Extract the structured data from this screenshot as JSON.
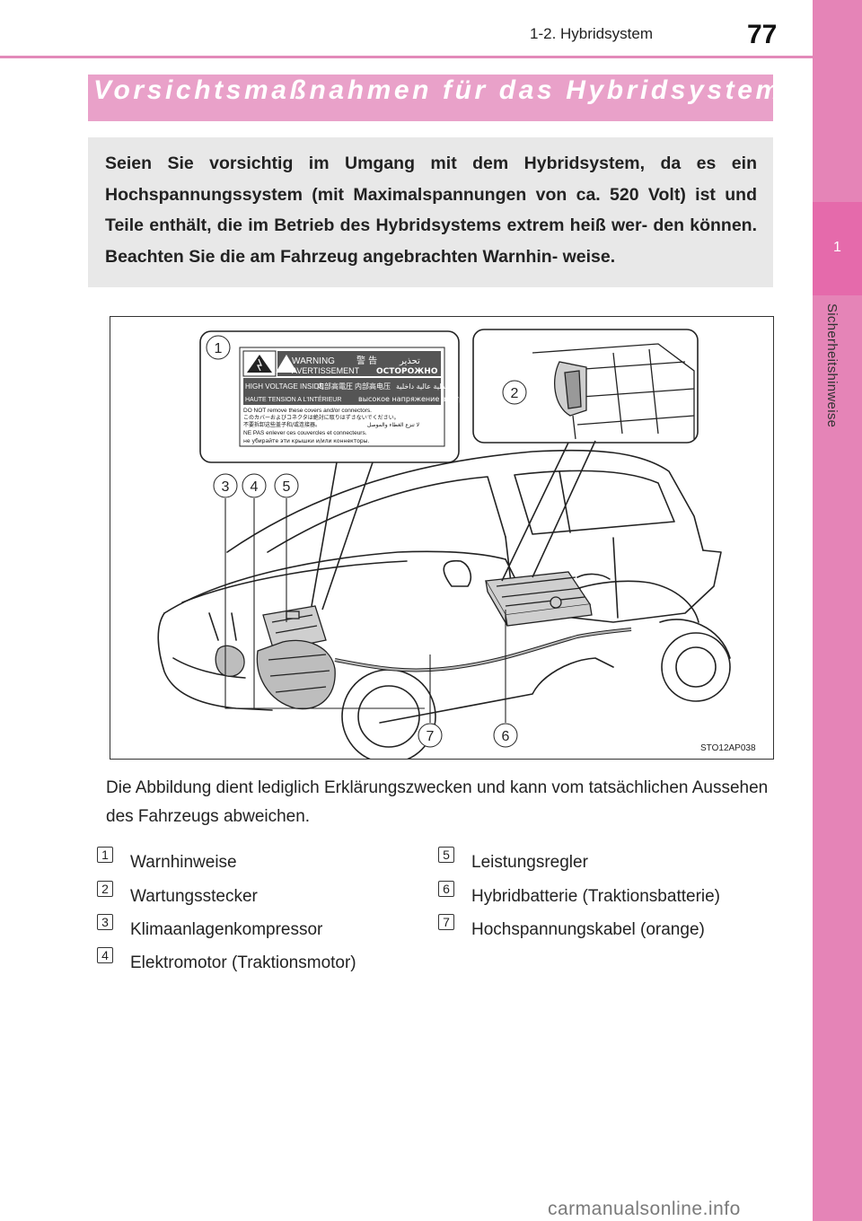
{
  "header": {
    "section_title": "1-2. Hybridsystem",
    "page_number": "77"
  },
  "side_tab": {
    "chapter_number": "1",
    "chapter_title": "Sicherheitshinweise"
  },
  "section": {
    "title": "Vorsichtsmaßnahmen für das Hybridsystem",
    "intro": "Seien Sie vorsichtig im Umgang mit dem Hybridsystem, da es ein Hochspannungssystem (mit Maximalspannungen von ca. 520 Volt) ist und Teile enthält, die im Betrieb des Hybridsystems extrem heiß wer- den können. Beachten Sie die am Fahrzeug angebrachten Warnhin- weise."
  },
  "figure": {
    "code": "STO12AP038",
    "callouts": [
      "1",
      "2",
      "3",
      "4",
      "5",
      "6",
      "7"
    ],
    "warning_label": {
      "heading_en": "WARNING",
      "heading_fr": "AVERTISSEMENT",
      "heading_cjk": "警 告",
      "heading_ar": "تحذير",
      "heading_ru": "ОСТОРОЖНО",
      "hv_en": "HIGH VOLTAGE INSIDE",
      "hv_fr": "HAUTE TENSION A L'INTÉRIEUR",
      "hv_cjk_1": "内部高電圧",
      "hv_cjk_2": "内部高电压",
      "hv_ar": "فولطية عالية داخلية",
      "hv_ru": "высокое напряжение внутри",
      "line_en": "DO NOT remove these covers and/or connectors.",
      "line_ja": "このカバーおよびコネクタは絶対に取りはずさないでください。",
      "line_zh": "不要拆卸这些盖子和/或连接器。",
      "line_ar": "لا تنزع الغطاء والموصل",
      "line_fr": "NE PAS enlever ces couvercles et connecteurs.",
      "line_ru": "не убирайте эти крышки и/или коннекторы."
    }
  },
  "caption": "Die Abbildung dient lediglich Erklärungszwecken und kann vom tatsächlichen Aussehen des Fahrzeugs abweichen.",
  "legend": [
    {
      "number": "1",
      "label": "Warnhinweise"
    },
    {
      "number": "2",
      "label": "Wartungsstecker"
    },
    {
      "number": "3",
      "label": "Klimaanlagenkompressor"
    },
    {
      "number": "4",
      "label": "Elektromotor (Traktionsmotor)"
    },
    {
      "number": "5",
      "label": "Leistungsregler"
    },
    {
      "number": "6",
      "label": "Hybridbatterie (Traktionsbatterie)"
    },
    {
      "number": "7",
      "label": "Hochspannungskabel (orange)"
    }
  ],
  "watermark": "carmanualsonline.info",
  "colors": {
    "accent_pink": "#e9a1c9",
    "tab_pink": "#e584b7",
    "intro_gray": "#e8e8e8"
  }
}
